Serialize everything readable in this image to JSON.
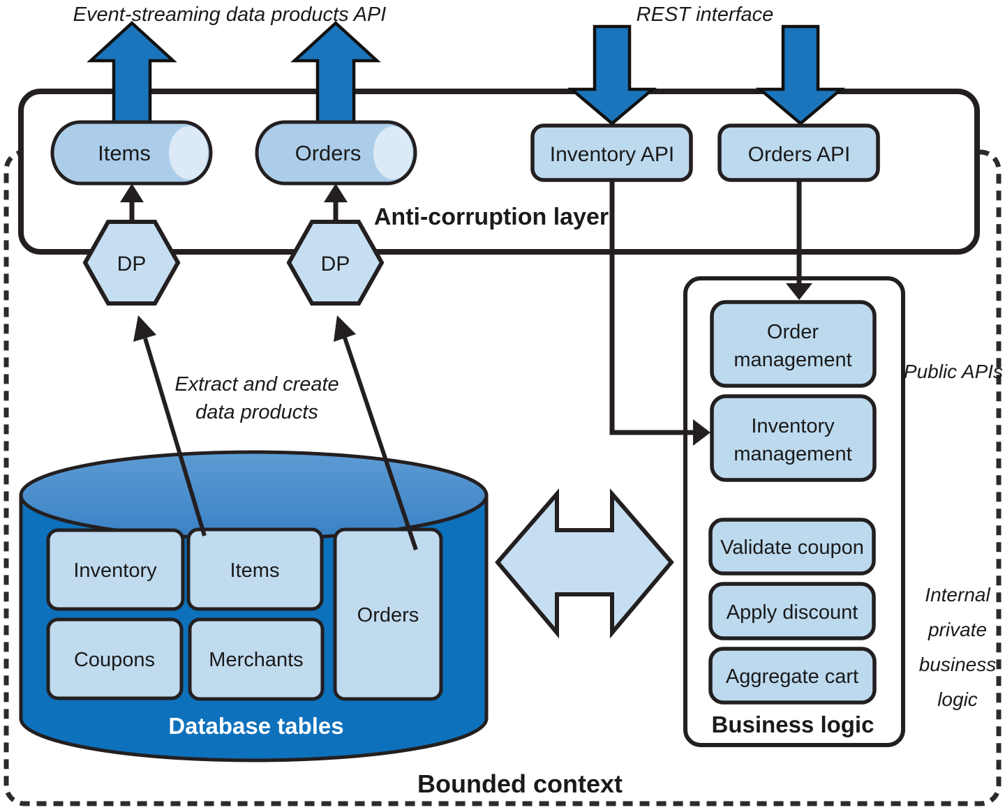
{
  "top": {
    "event_streaming": "Event-streaming data products API",
    "rest_interface": "REST interface"
  },
  "acl": {
    "label": "Anti-corruption layer",
    "items_cylinder": "Items",
    "orders_cylinder": "Orders",
    "inventory_api": "Inventory API",
    "orders_api": "Orders API",
    "dp": "DP"
  },
  "extract": {
    "line1": "Extract and create",
    "line2": "data products"
  },
  "database": {
    "title": "Database tables",
    "tables": [
      "Inventory",
      "Items",
      "Coupons",
      "Merchants",
      "Orders"
    ]
  },
  "business_logic": {
    "title": "Business logic",
    "order_mgmt": [
      "Order",
      "management"
    ],
    "inventory_mgmt": [
      "Inventory",
      "management"
    ],
    "internal_boxes": [
      "Validate coupon",
      "Apply discount",
      "Aggregate cart"
    ]
  },
  "side_labels": {
    "public_apis": "Public APIs",
    "internal_private": [
      "Internal",
      "private",
      "business",
      "logic"
    ]
  },
  "bounded_context": "Bounded context",
  "colors": {
    "arrow_blue": "#1b75bc",
    "cylinder_fill": "#abcde9",
    "cylinder_cap": "#dbeaf6",
    "box_fill": "#bcd9ee",
    "hexagon_fill": "#c6def1",
    "db_body": "#0d71bc",
    "db_top_ellipse": "#4187c8",
    "outline": "#231f20"
  }
}
